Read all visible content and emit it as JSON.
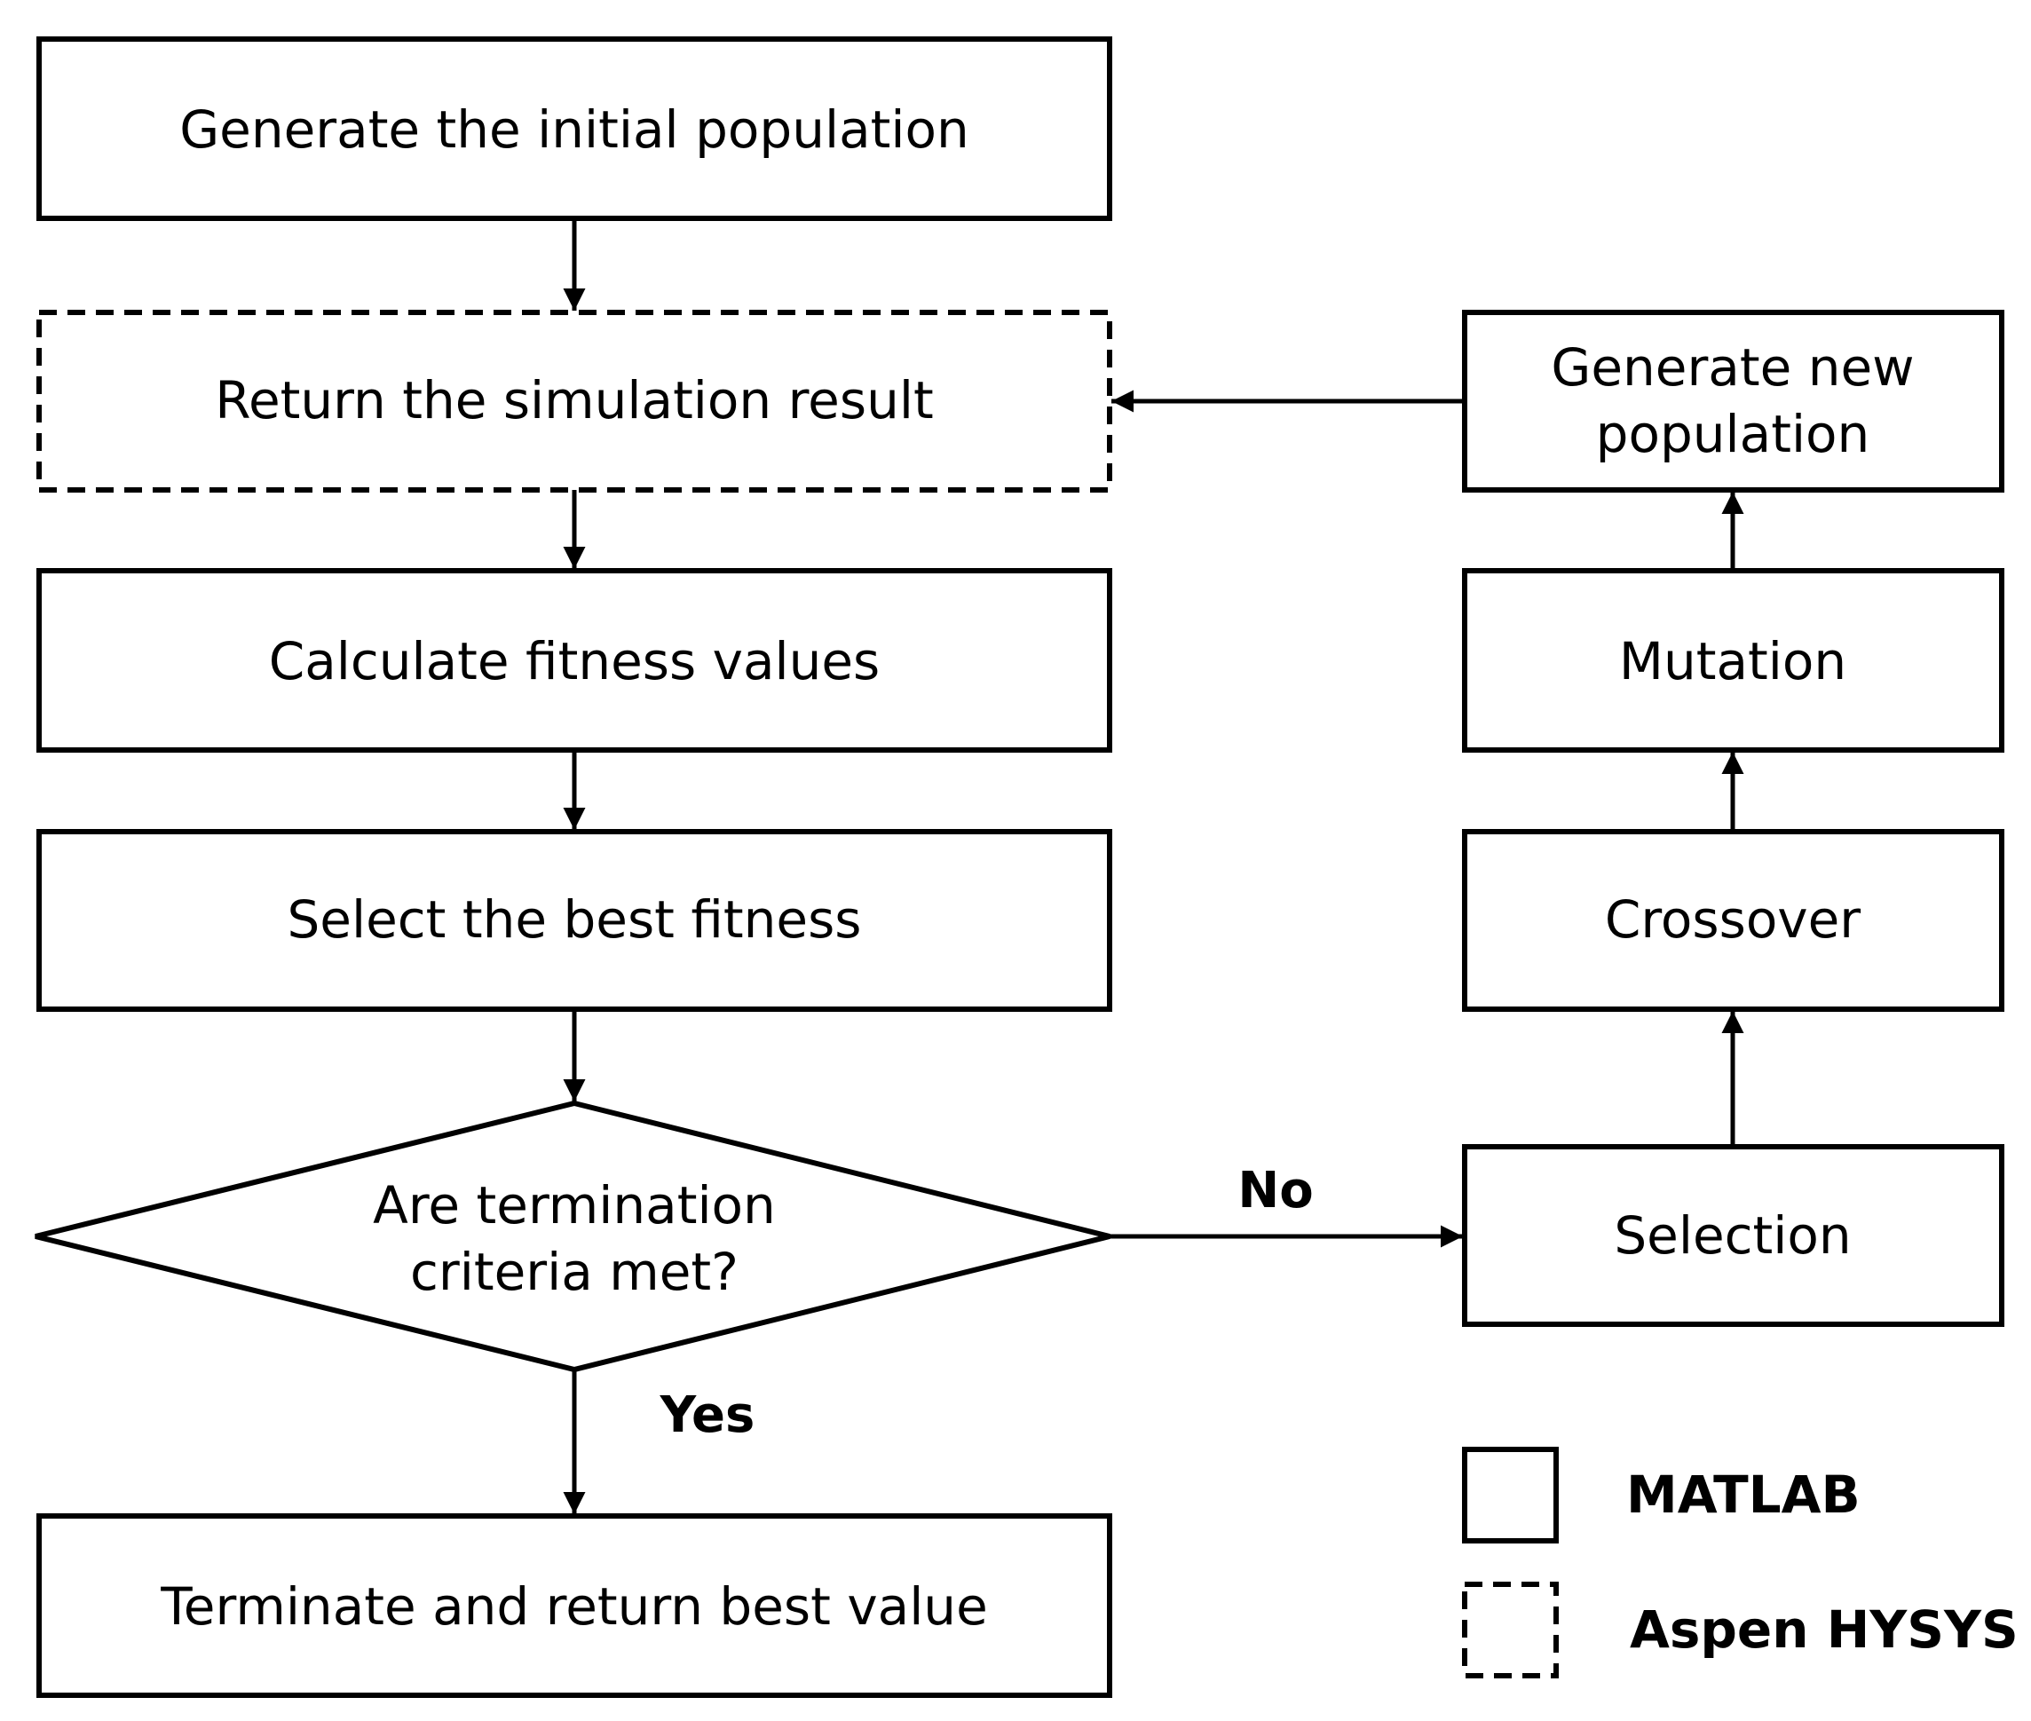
{
  "nodes": {
    "generate_initial": "Generate the initial population",
    "return_simulation": "Return the simulation result",
    "calculate_fitness": "Calculate fitness values",
    "select_best": "Select the best fitness",
    "termination_line1": "Are termination",
    "termination_line2": "criteria met?",
    "terminate": "Terminate and return best value",
    "generate_new_line1": "Generate new",
    "generate_new_line2": "population",
    "mutation": "Mutation",
    "crossover": "Crossover",
    "selection": "Selection"
  },
  "edges": {
    "no_label": "No",
    "yes_label": "Yes"
  },
  "legend": {
    "solid_label": "MATLAB",
    "dashed_label": "Aspen HYSYS"
  }
}
